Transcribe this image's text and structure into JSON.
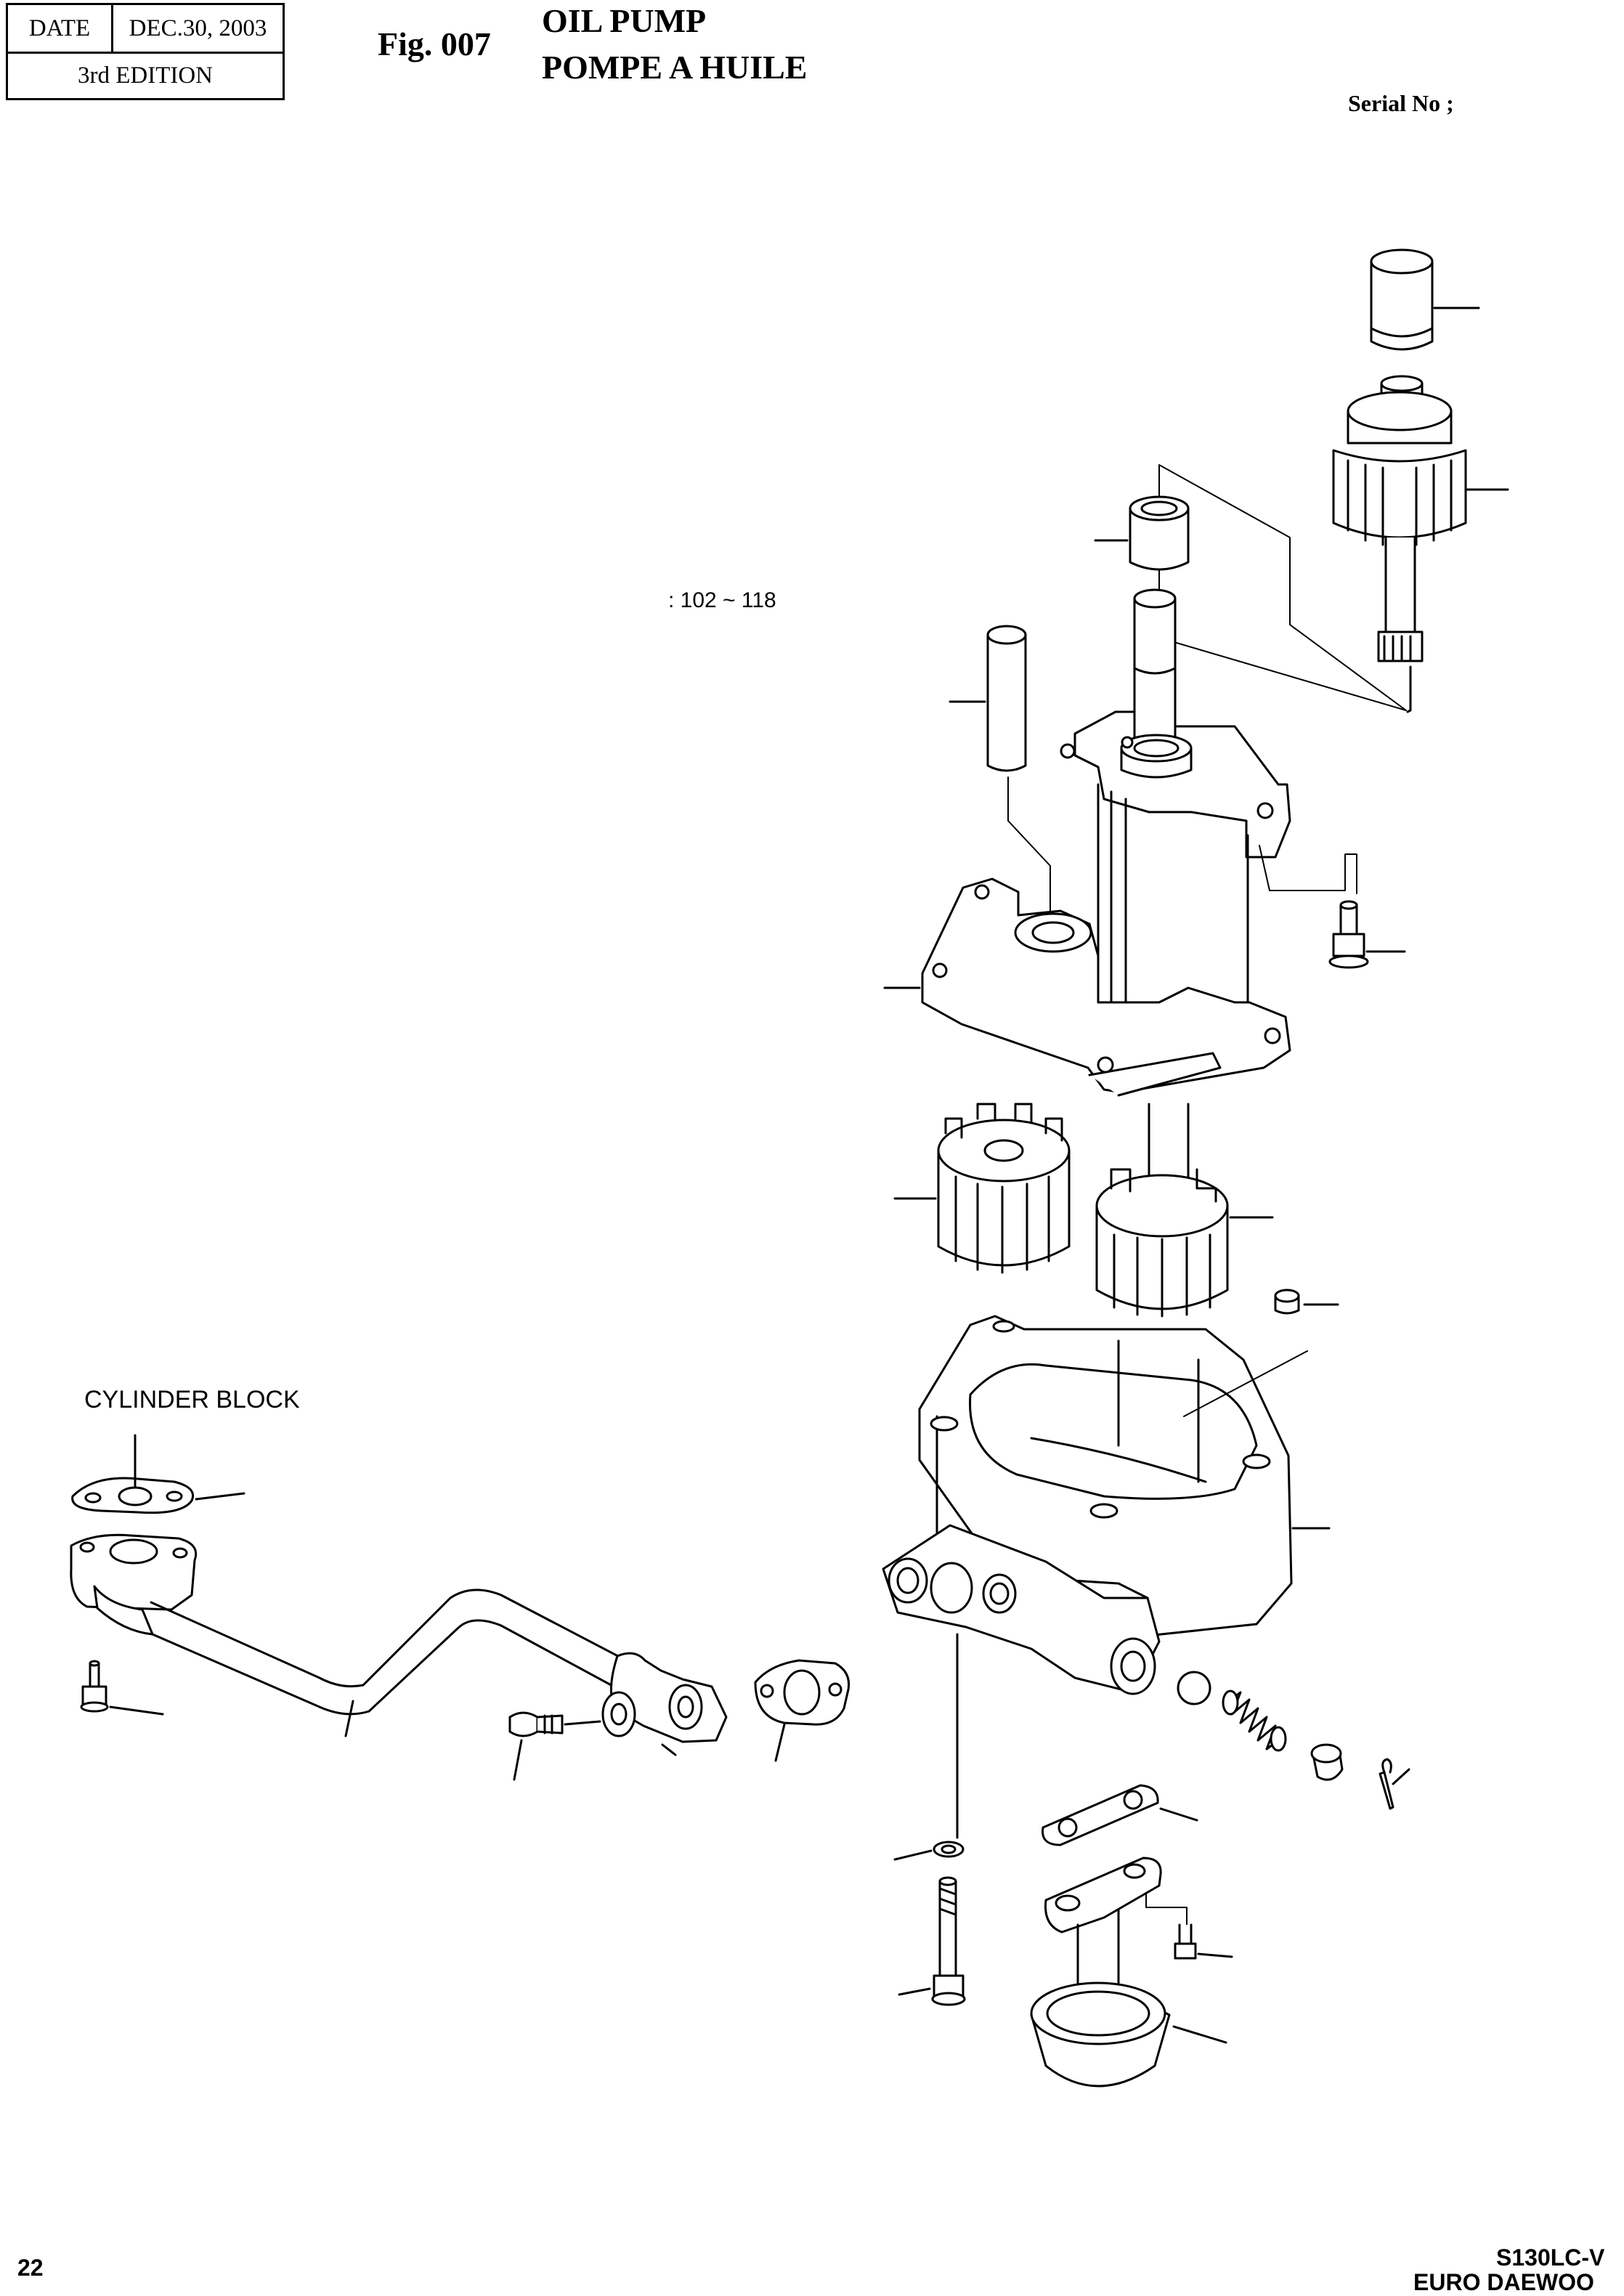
{
  "header": {
    "date_label": "DATE",
    "date_value": "DEC.30, 2003",
    "edition": "3rd  EDITION",
    "figure_number": "Fig. 007",
    "title_en": "OIL PUMP",
    "title_fr": "POMPE A HUILE",
    "serial_label": "Serial No ;"
  },
  "annotations": {
    "torque_range": ": 102 ~ 118",
    "cylinder_block": "CYLINDER BLOCK"
  },
  "footer": {
    "page_number": "22",
    "model": "S130LC-V",
    "brand": "EURO DAEWOO"
  }
}
